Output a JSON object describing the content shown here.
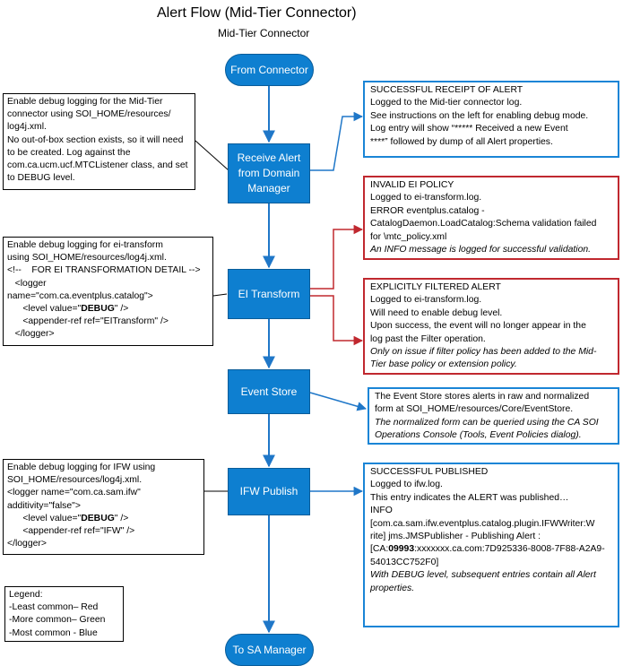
{
  "title": "Alert Flow (Mid-Tier Connector)",
  "subtitle": "Mid-Tier Connector",
  "nodes": {
    "from_connector": "From Connector",
    "receive_alert": [
      "Receive Alert",
      "from Domain",
      "Manager"
    ],
    "ei_transform": "EI Transform",
    "event_store": "Event Store",
    "ifw_publish": "IFW Publish",
    "to_sa_manager": "To SA Manager"
  },
  "left_notes": {
    "mid_tier_debug": [
      "Enable debug logging for the Mid-Tier",
      "connector using SOI_HOME/resources/",
      "log4j.xml.",
      "No out-of-box section exists, so it will need",
      "to be created.  Log against the",
      "com.ca.ucm.ucf.MTCListener class, and set",
      "to DEBUG level."
    ],
    "ei_transform_debug": {
      "line1": "Enable debug logging for ei-transform",
      "line2": "using SOI_HOME/resources/log4j.xml.",
      "line3": "<!--    FOR EI TRANSFORMATION DETAIL -->",
      "line4": "   <logger",
      "line5": "name=\"com.ca.eventplus.catalog\">",
      "line6_pre": "      <level value=\"",
      "line6_bold": "DEBUG",
      "line6_post": "\" />",
      "line7": "      <appender-ref ref=\"EITransform\" />",
      "line8": "   </logger>"
    },
    "ifw_debug": {
      "line1": "Enable debug logging for IFW using",
      "line2": "SOI_HOME/resources/log4j.xml.",
      "line3": "<logger name=\"com.ca.sam.ifw\"",
      "line4": "additivity=\"false\">",
      "line5_pre": "      <level value=\"",
      "line5_bold": "DEBUG",
      "line5_post": "\" />",
      "line6": "      <appender-ref ref=\"IFW\" />",
      "line7": "</logger>"
    },
    "legend": [
      "Legend:",
      "-Least common– Red",
      "-More common– Green",
      "-Most common - Blue"
    ]
  },
  "right_boxes": {
    "successful_receipt": [
      "SUCCESSFUL RECEIPT OF ALERT",
      "Logged to the Mid-tier connector log.",
      "See instructions on the left for enabling debug mode.",
      "Log entry will show “***** Received a new Event",
      "****” followed by dump of all Alert properties."
    ],
    "invalid_ei_policy": {
      "lines": [
        "INVALID EI POLICY",
        "Logged to ei-transform.log.",
        "ERROR eventplus.catalog -",
        "CatalogDaemon.LoadCatalog:Schema validation failed",
        "for \\mtc_policy.xml"
      ],
      "italic": "An INFO message is logged for successful validation."
    },
    "explicitly_filtered": {
      "lines": [
        "EXPLICITLY FILTERED ALERT",
        "Logged to ei-transform.log.",
        "Will need to enable debug level.",
        "Upon success, the event will no longer appear in the",
        "log past the Filter operation."
      ],
      "italic": [
        "Only on issue if filter policy has been added to the Mid-",
        "Tier base policy or extension policy."
      ]
    },
    "event_store": {
      "lines": [
        "The Event Store stores alerts in raw and normalized",
        "form at SOI_HOME/resources/Core/EventStore."
      ],
      "italic": [
        "The normalized form can be queried using the CA SOI",
        "Operations Console (Tools, Event Policies dialog)."
      ]
    },
    "successful_published": {
      "lines": [
        "SUCCESSFUL PUBLISHED",
        "Logged to ifw.log.",
        "This entry indicates the ALERT was published…",
        "INFO",
        "[com.ca.sam.ifw.eventplus.catalog.plugin.IFWWriter:W",
        "rite] jms.JMSPublisher - Publishing Alert :"
      ],
      "ca_pre": "[CA:",
      "ca_bold": "09993",
      "ca_post": ":xxxxxxx.ca.com:7D925336-8008-7F88-A2A9-",
      "last_line": "54013CC752F0]",
      "italic": [
        "With DEBUG level, subsequent entries contain all Alert",
        "properties."
      ]
    }
  },
  "colors": {
    "flow_blue": "#0e7fd0",
    "info_blue": "#1a85d6",
    "issue_red": "#c0282f",
    "arrow_blue": "#1f77c8"
  }
}
